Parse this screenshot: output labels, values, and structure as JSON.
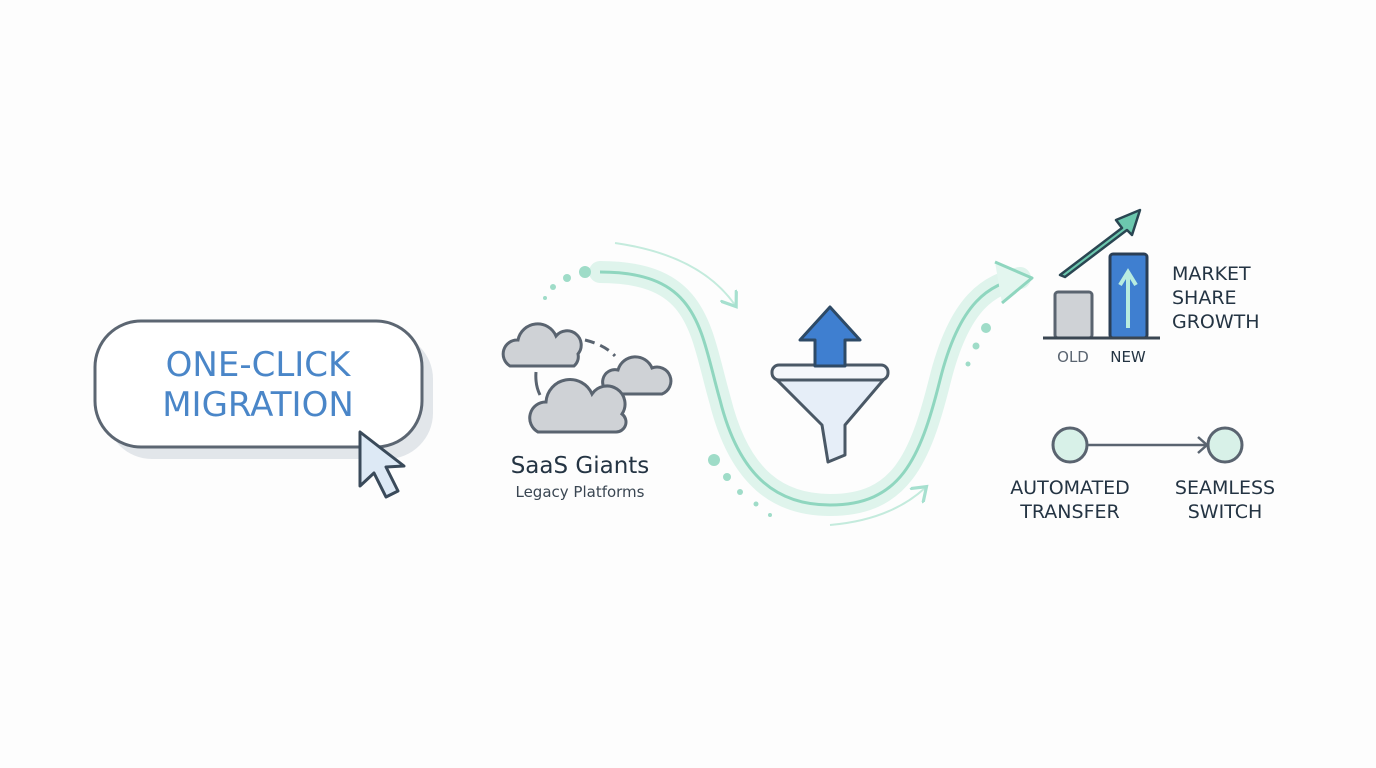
{
  "button": {
    "line1": "ONE-CLICK",
    "line2": "MIGRATION"
  },
  "source": {
    "title": "SaaS Giants",
    "subtitle": "Legacy Platforms"
  },
  "chart": {
    "bars": [
      {
        "label": "OLD"
      },
      {
        "label": "NEW"
      }
    ],
    "title_lines": [
      "MARKET",
      "SHARE",
      "GROWTH"
    ]
  },
  "flow": {
    "from": {
      "line1": "AUTOMATED",
      "line2": "TRANSFER"
    },
    "to": {
      "line1": "SEAMLESS",
      "line2": "SWITCH"
    }
  },
  "colors": {
    "accent_blue": "#4a86c8",
    "bar_blue": "#3f7fd0",
    "teal": "#7fd0b6",
    "ink": "#243443",
    "outline": "#5a6470"
  }
}
